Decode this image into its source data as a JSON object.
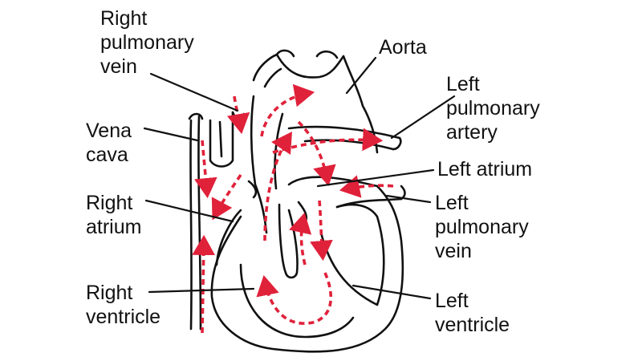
{
  "diagram": {
    "labels": {
      "right_pulmonary_vein": [
        "Right",
        "pulmonary",
        "vein"
      ],
      "aorta": [
        "Aorta"
      ],
      "left_pulmonary_artery": [
        "Left",
        "pulmonary",
        "artery"
      ],
      "vena_cava": [
        "Vena",
        "cava"
      ],
      "left_atrium": [
        "Left atrium"
      ],
      "right_atrium": [
        "Right",
        "atrium"
      ],
      "left_pulmonary_vein": [
        "Left",
        "pulmonary",
        "vein"
      ],
      "right_ventricle": [
        "Right",
        "ventricle"
      ],
      "left_ventricle": [
        "Left",
        "ventricle"
      ]
    },
    "colors": {
      "outline": "#111111",
      "flow_arrows": "#e0213a",
      "background": "#ffffff"
    }
  }
}
